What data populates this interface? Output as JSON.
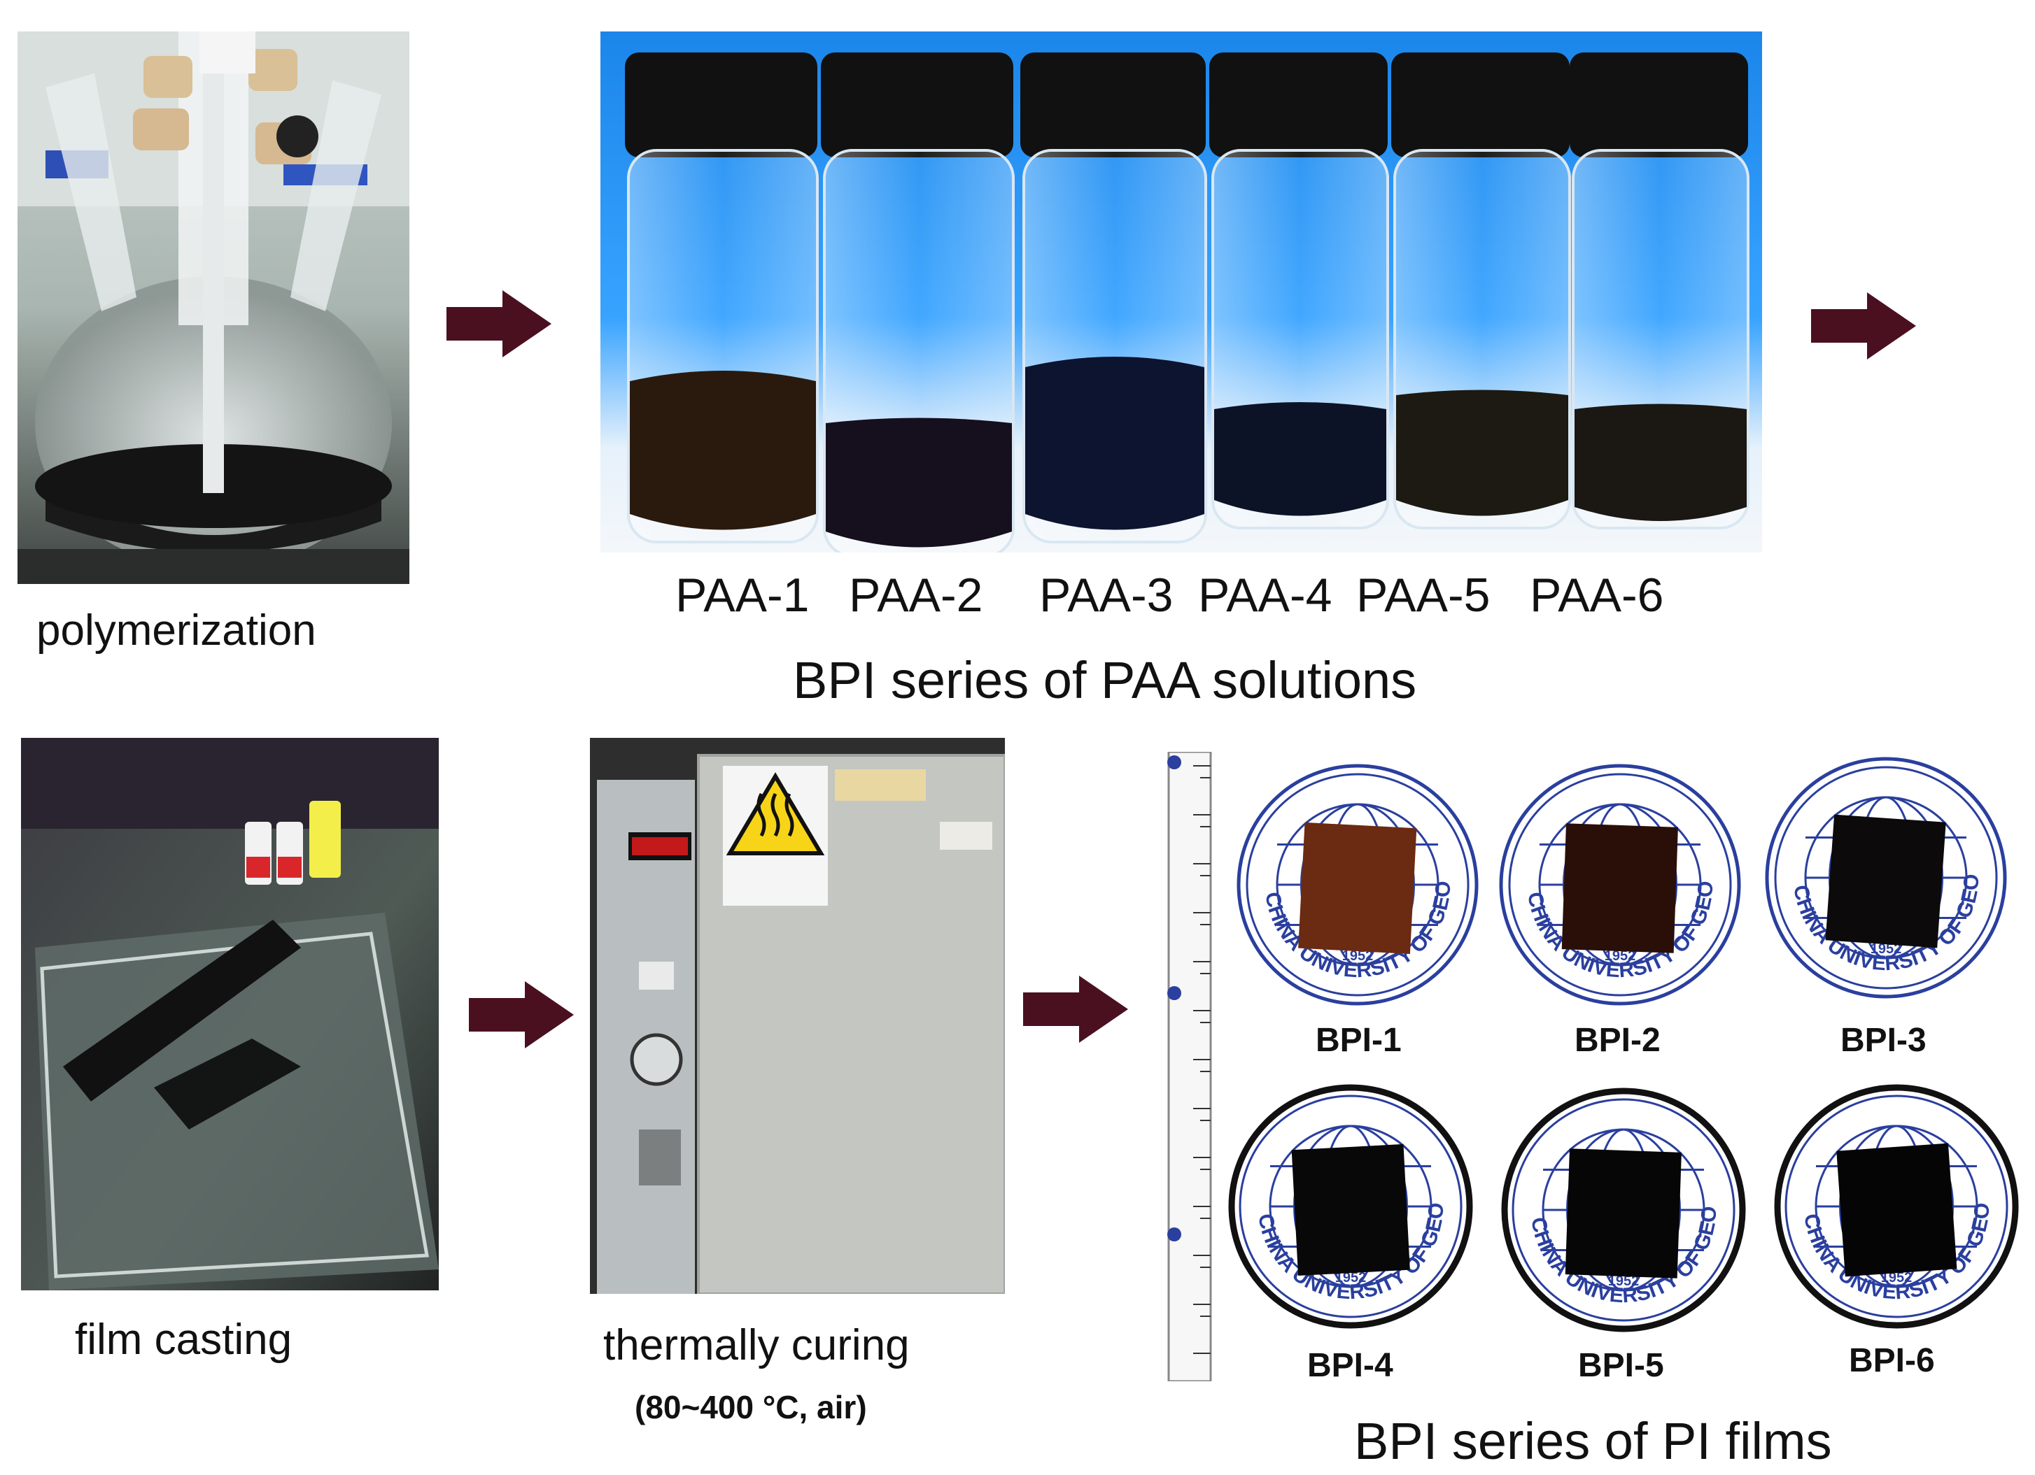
{
  "steps": {
    "polymerization": "polymerization",
    "film_casting": "film casting",
    "thermally_curing": "thermally curing",
    "curing_conditions": "(80~400 °C, air)"
  },
  "paa": {
    "labels": [
      "PAA-1",
      "PAA-2",
      "PAA-3",
      "PAA-4",
      "PAA-5",
      "PAA-6"
    ],
    "caption": "BPI series of PAA solutions"
  },
  "pi": {
    "labels": [
      "BPI-1",
      "BPI-2",
      "BPI-3",
      "BPI-4",
      "BPI-5",
      "BPI-6"
    ],
    "caption": "BPI series of PI films",
    "seal_text": "CHINA UNIVERSITY OF GEOSCIENCES",
    "seal_year": "1952"
  },
  "colors": {
    "arrow": "#4a1020",
    "seal_blue": "#2a3f9e",
    "vial_bg": "#1e8ff0"
  }
}
